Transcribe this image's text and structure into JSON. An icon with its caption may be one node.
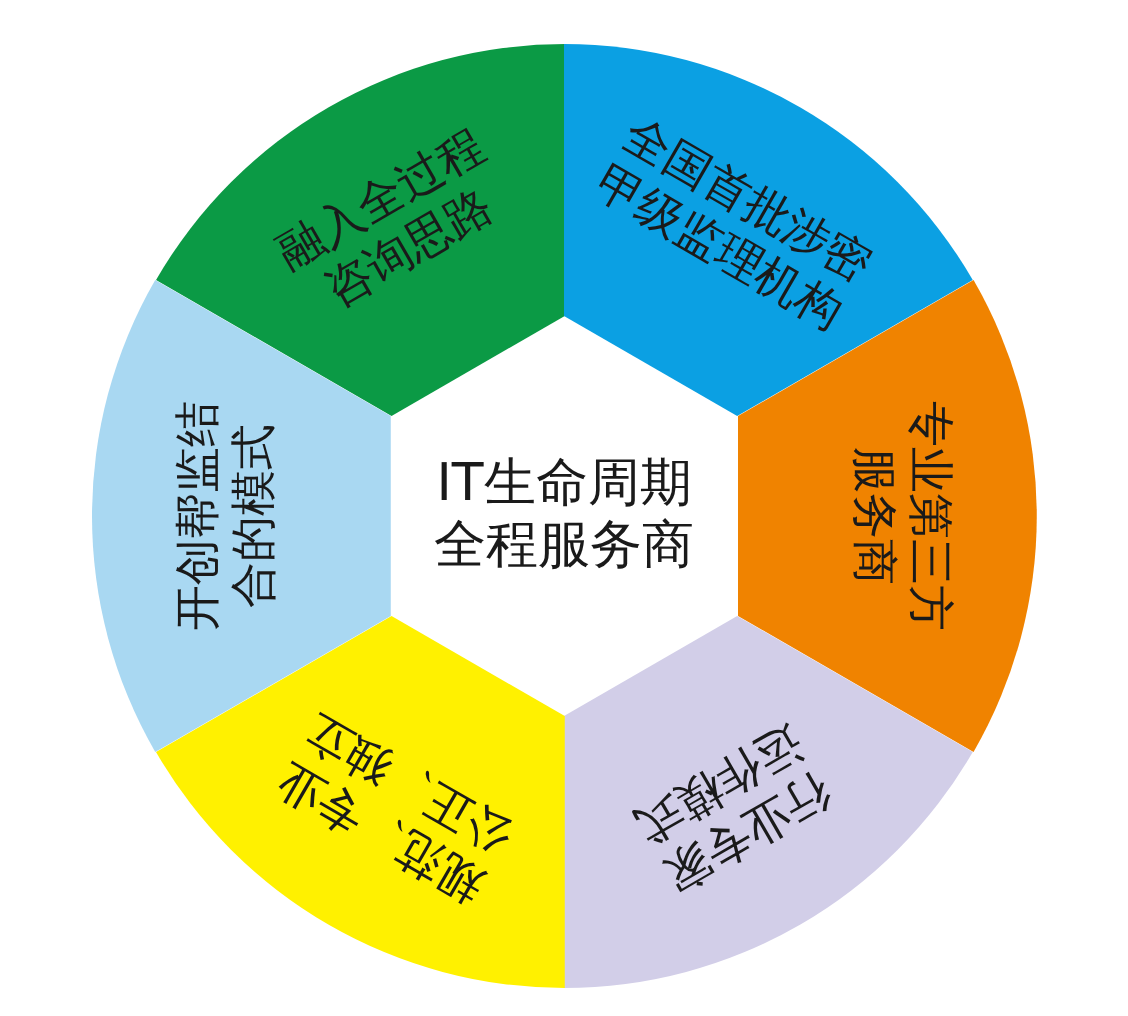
{
  "diagram": {
    "nodes": [
      {
        "text": [
          "IT生命周期全程服务商"
        ]
      },
      {
        "text": [
          "融入全过程咨询思路"
        ]
      },
      {
        "text": [
          "全国首批涉密甲级监理机构"
        ]
      },
      {
        "text": [
          "专业第三方服务商"
        ]
      },
      {
        "text": [
          "行业专家运作模式"
        ]
      },
      {
        "text": [
          "规范、专业公正、独立"
        ]
      },
      {
        "text": [
          "开创帮监结合的模式"
        ]
      }
    ]
  }
}
